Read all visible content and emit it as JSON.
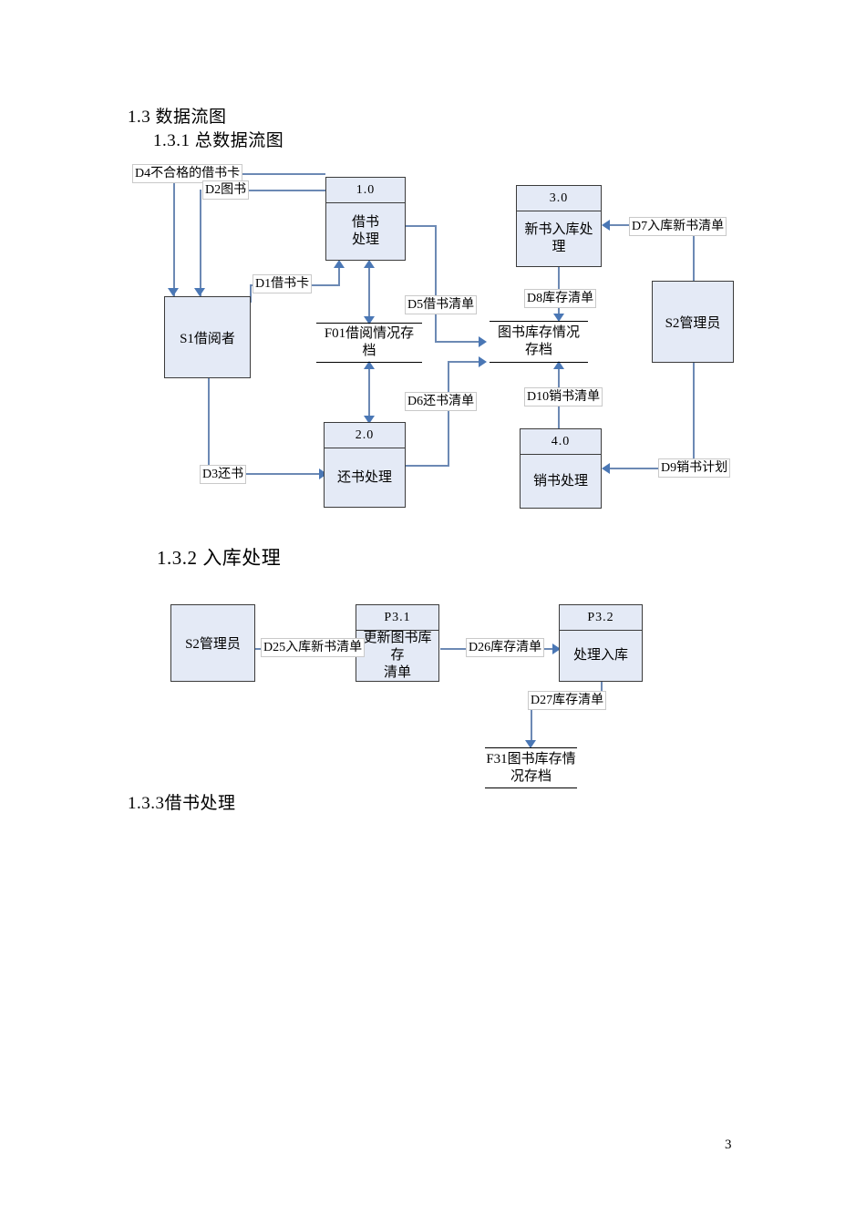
{
  "document": {
    "page_number": "3",
    "headings": {
      "h13": "1.3  数据流图",
      "h131": "1.3.1  总数据流图",
      "h132": "1.3.2 入库处理",
      "h133": "1.3.3借书处理"
    }
  },
  "colors": {
    "node_fill": "#e4eaf6",
    "node_border": "#3b3b3b",
    "flow_line": "#6c89b4",
    "arrow_head": "#4a77b5",
    "label_border": "#c9c9c9",
    "page_background": "#ffffff"
  },
  "diagram_overall": {
    "title": "总数据流图",
    "processes": [
      {
        "id": "1.0",
        "name": "借书\n处理",
        "line1": "借书",
        "line2": "处理"
      },
      {
        "id": "2.0",
        "name": "还书处理",
        "line1": "还书处理",
        "line2": ""
      },
      {
        "id": "3.0",
        "name": "新书入库处理",
        "line1": "新书入库处理",
        "line2": ""
      },
      {
        "id": "4.0",
        "name": "销书处理",
        "line1": "销书处理",
        "line2": ""
      }
    ],
    "externals": [
      {
        "id": "S1",
        "label": "S1借阅者"
      },
      {
        "id": "S2",
        "label": "S2管理员"
      }
    ],
    "stores": [
      {
        "id": "F01",
        "line1": "F01借阅情况存",
        "line2": "档"
      },
      {
        "id": "F_BOOK",
        "line1": "图书库存情况",
        "line2": "存档"
      }
    ],
    "flows": [
      {
        "id": "D4",
        "label": "D4不合格的借书卡"
      },
      {
        "id": "D2",
        "label": "D2图书"
      },
      {
        "id": "D1",
        "label": "D1借书卡"
      },
      {
        "id": "D3",
        "label": "D3还书"
      },
      {
        "id": "D5",
        "label": "D5借书清单"
      },
      {
        "id": "D6",
        "label": "D6还书清单"
      },
      {
        "id": "D7",
        "label": "D7入库新书清单"
      },
      {
        "id": "D8",
        "label": "D8库存清单"
      },
      {
        "id": "D9",
        "label": "D9销书计划"
      },
      {
        "id": "D10",
        "label": "D10销书清单"
      }
    ]
  },
  "diagram_storage": {
    "title": "入库处理",
    "processes": [
      {
        "id": "P3.1",
        "line1": "更新图书库存",
        "line2": "清单"
      },
      {
        "id": "P3.2",
        "line1": "处理入库",
        "line2": ""
      }
    ],
    "externals": [
      {
        "id": "S2",
        "label": "S2管理员"
      }
    ],
    "stores": [
      {
        "id": "F31",
        "line1": "F31图书库存情",
        "line2": "况存档"
      }
    ],
    "flows": [
      {
        "id": "D25",
        "label": "D25入库新书清单"
      },
      {
        "id": "D26",
        "label": "D26库存清单"
      },
      {
        "id": "D27",
        "label": "D27库存清单"
      }
    ]
  }
}
